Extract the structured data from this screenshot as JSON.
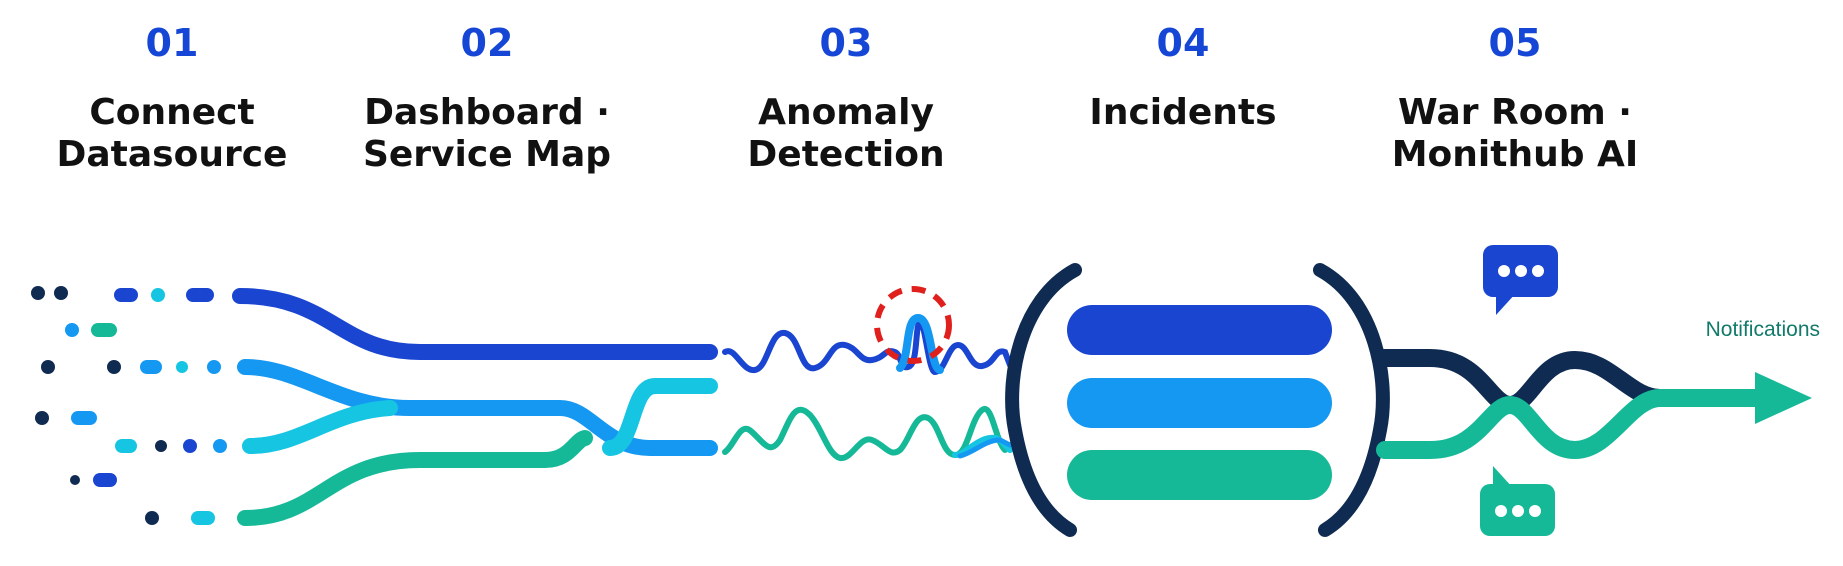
{
  "steps": [
    {
      "number": "01",
      "title": "Connect\nDatasource"
    },
    {
      "number": "02",
      "title": "Dashboard ·\nService Map"
    },
    {
      "number": "03",
      "title": "Anomaly\nDetection"
    },
    {
      "number": "04",
      "title": "Incidents"
    },
    {
      "number": "05",
      "title": "War Room ·\nMonithub AI"
    }
  ],
  "notifications_label": "Notifications",
  "colors": {
    "step_number": "#1646d6",
    "title": "#111111",
    "navy": "#0f2b52",
    "royal_blue": "#1a45d0",
    "sky_blue": "#1598f2",
    "cyan": "#16c5e2",
    "teal": "#16b997",
    "anomaly_marker": "#e0201c",
    "notifications_text": "#127a6a"
  },
  "icons": [
    "chat-bubble-icon",
    "chat-bubble-icon",
    "arrow-right-icon",
    "anomaly-circle-icon"
  ]
}
